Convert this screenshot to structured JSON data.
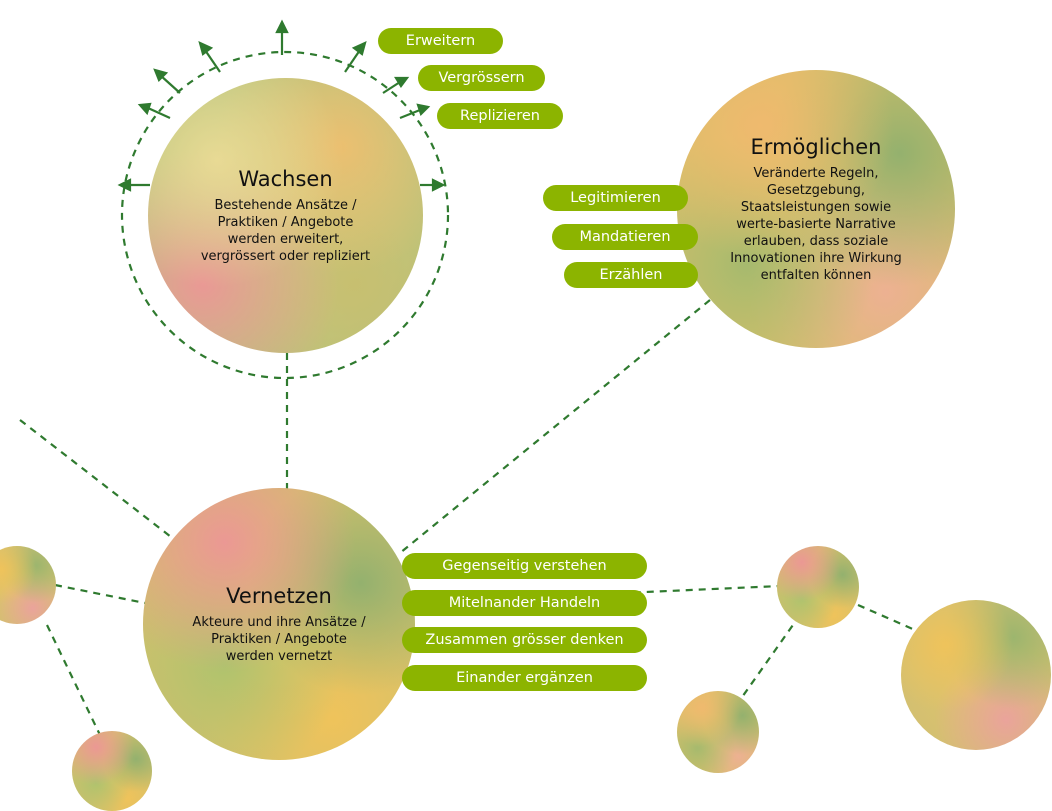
{
  "wachsen": {
    "title": "Wachsen",
    "description": "Bestehende Ansätze / Praktiken / Angebote werden erweitert, vergrössert oder repliziert",
    "labels": [
      "Erweitern",
      "Vergrössern",
      "Replizieren"
    ]
  },
  "ermoeglichen": {
    "title": "Ermöglichen",
    "description": "Veränderte Regeln, Gesetzgebung, Staatsleistungen sowie werte-basierte Narrative erlauben, dass soziale Innovationen ihre Wirkung entfalten können",
    "labels": [
      "Legitimieren",
      "Mandatieren",
      "Erzählen"
    ]
  },
  "vernetzen": {
    "title": "Vernetzen",
    "description": "Akteure und ihre Ansätze / Praktiken / Angebote werden vernetzt",
    "labels": [
      "Gegenseitig verstehen",
      "Mitelnander Handeln",
      "Zusammen grösser denken",
      "Einander ergänzen"
    ]
  },
  "colors": {
    "pill": "#8cb400",
    "line": "#2f7a2f"
  }
}
